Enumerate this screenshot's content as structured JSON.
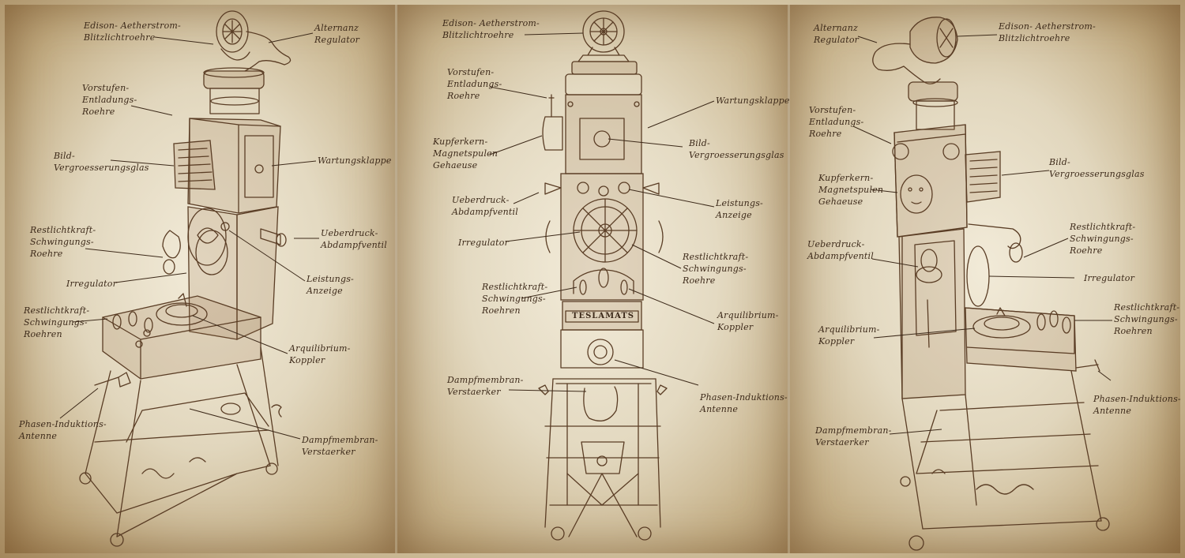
{
  "colors": {
    "paper": "#e6dcc4",
    "ink": "#5a3d25",
    "label_ink": "#3d2a1a",
    "vignette": "#a4875c"
  },
  "machine_plate": "TESLAMATS",
  "panels": [
    {
      "view": "left-three-quarter",
      "labels": [
        "Edison- Aetherstrom-\nBlitzlichtroehre",
        "Alternanz\nRegulator",
        "Vorstufen-\nEntladungs-\nRoehre",
        "Bild-\nVergroesserungsglas",
        "Wartungsklappe",
        "Restlichtkraft-\nSchwingungs-\nRoehre",
        "Ueberdruck-\nAbdampfventil",
        "Irregulator",
        "Leistungs-\nAnzeige",
        "Restlichtkraft-\nSchwingungs-\nRoehren",
        "Arquilibrium-\nKoppler",
        "Phasen-Induktions-\nAntenne",
        "Dampfmembran-\nVerstaerker"
      ]
    },
    {
      "view": "front",
      "labels": [
        "Edison- Aetherstrom-\nBlitzlichtroehre",
        "Vorstufen-\nEntladungs-\nRoehre",
        "Wartungsklappe",
        "Kupferkern-\nMagnetspulen\nGehaeuse",
        "Bild-\nVergroesserungsglas",
        "Ueberdruck-\nAbdampfventil",
        "Leistungs-\nAnzeige",
        "Irregulator",
        "Restlichtkraft-\nSchwingungs-\nRoehre",
        "Restlichtkraft-\nSchwingungs-\nRoehren",
        "Arquilibrium-\nKoppler",
        "Dampfmembran-\nVerstaerker",
        "Phasen-Induktions-\nAntenne"
      ]
    },
    {
      "view": "right-three-quarter",
      "labels": [
        "Alternanz\nRegulator",
        "Edison- Aetherstrom-\nBlitzlichtroehre",
        "Vorstufen-\nEntladungs-\nRoehre",
        "Bild-\nVergroesserungsglas",
        "Kupferkern-\nMagnetspulen\nGehaeuse",
        "Restlichtkraft-\nSchwingungs-\nRoehre",
        "Ueberdruck-\nAbdampfventil",
        "Irregulator",
        "Restlichtkraft-\nSchwingungs-\nRoehren",
        "Arquilibrium-\nKoppler",
        "Phasen-Induktions-\nAntenne",
        "Dampfmembran-\nVerstaerker"
      ]
    }
  ]
}
